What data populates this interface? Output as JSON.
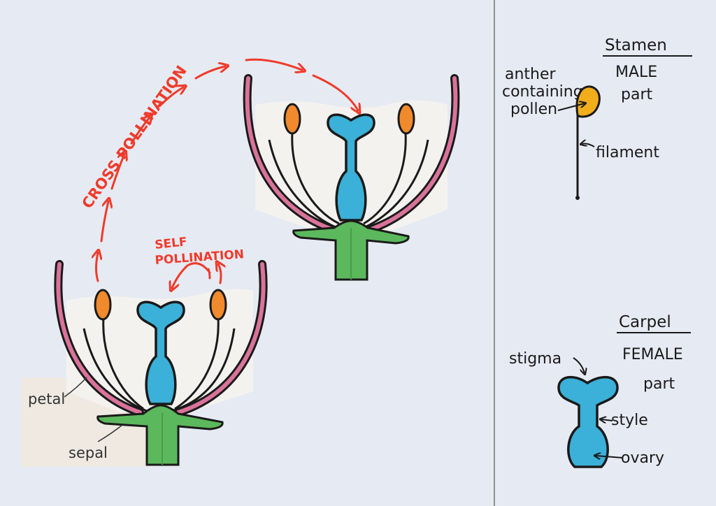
{
  "colors": {
    "paper": "#e6eaf3",
    "petal": "#d9739a",
    "outline": "#1a1a1a",
    "carpel": "#3bb0d8",
    "anther": "#f08a2c",
    "anther_yellow": "#f2ad1a",
    "receptacle": "#5cb85c",
    "arrow_red": "#f03a2a"
  },
  "main_diagram": {
    "cross_label": "CROSS POLLINATION",
    "self_label_line1": "SELF",
    "self_label_line2": "POLLINATION",
    "petal_label": "petal",
    "sepal_label": "sepal"
  },
  "stamen_panel": {
    "title": "Stamen",
    "role_line1": "MALE",
    "role_line2": "part",
    "anther_line1": "anther",
    "anther_line2": "containing",
    "anther_line3": "pollen",
    "filament_label": "filament"
  },
  "carpel_panel": {
    "title": "Carpel",
    "role_line1": "FEMALE",
    "role_line2": "part",
    "stigma_label": "stigma",
    "style_label": "style",
    "ovary_label": "ovary"
  }
}
